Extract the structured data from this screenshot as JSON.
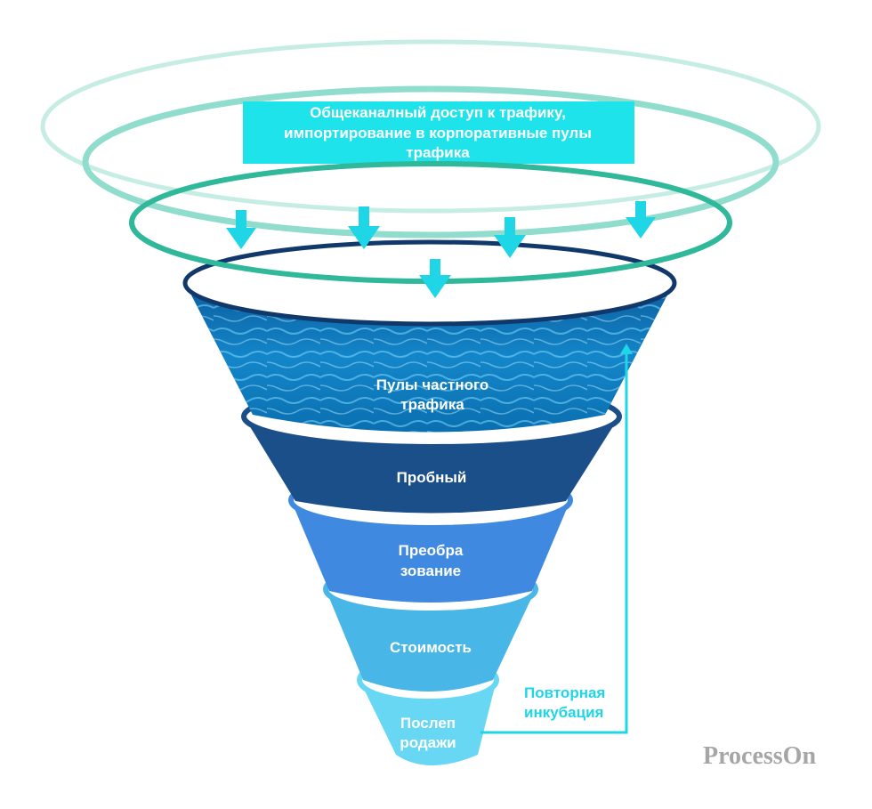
{
  "banner": {
    "lines": [
      "Общеканалный доступ к трафику,",
      "импортирование в корпоративные пулы",
      "трафика"
    ],
    "color": "#1fe3ea"
  },
  "funnel": {
    "stage1": {
      "lines": [
        "Пулы частного",
        "трафика"
      ]
    },
    "stage2": {
      "lines": [
        "Пробный"
      ],
      "color": "#1b4f8a"
    },
    "stage3": {
      "lines": [
        "Преобра",
        "зование"
      ],
      "color": "#3f8ae0"
    },
    "stage4": {
      "lines": [
        "Стоимость"
      ],
      "color": "#49b6e8"
    },
    "stage5": {
      "lines": [
        "Послеп",
        "родажи"
      ],
      "color": "#67d7f4"
    }
  },
  "reincubation": {
    "lines": [
      "Повторная",
      "инкубация"
    ],
    "color": "#1fd6e6"
  },
  "brand": {
    "text": "ProcessOn"
  },
  "colors": {
    "arrow": "#1fd6e6",
    "ring": "#2fb89a"
  },
  "icons": {
    "arrows": "down-arrow-icon"
  }
}
